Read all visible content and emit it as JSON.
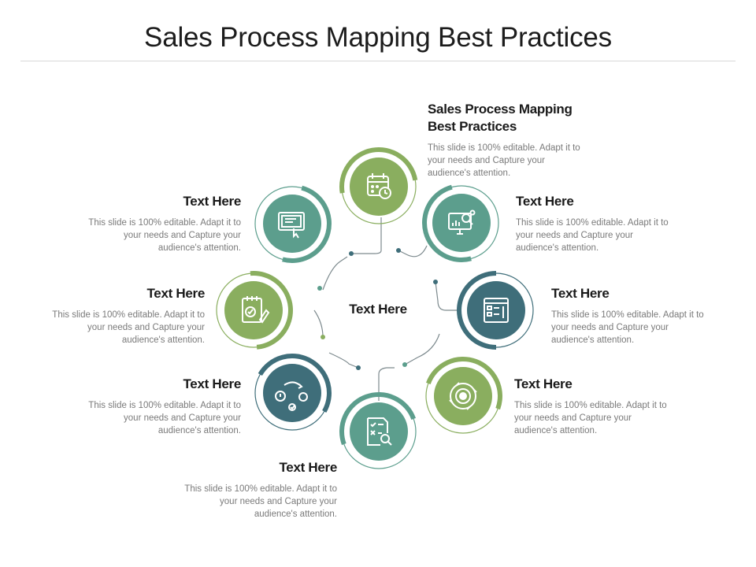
{
  "title": "Sales Process Mapping Best Practices",
  "center_label": "Text Here",
  "colors": {
    "green": "#8AAE5F",
    "teal": "#5C9E8D",
    "slate": "#3F6E7A",
    "connector": "#7d8a8e"
  },
  "nodes": [
    {
      "id": "top",
      "color": "green",
      "icon": "calendar-clock-icon",
      "heading": "Sales Process Mapping Best Practices",
      "body": "This slide is 100% editable. Adapt it to your needs and Capture your audience's attention."
    },
    {
      "id": "upper-right",
      "color": "teal",
      "icon": "monitor-analytics-icon",
      "heading": "Text Here",
      "body": "This slide is 100% editable. Adapt it to your needs and Capture your audience's attention."
    },
    {
      "id": "right",
      "color": "slate",
      "icon": "checklist-tools-icon",
      "heading": "Text Here",
      "body": "This slide is 100% editable. Adapt it to your needs and Capture your audience's attention."
    },
    {
      "id": "lower-right",
      "color": "green",
      "icon": "gear-cycle-icon",
      "heading": "Text Here",
      "body": "This slide is 100% editable. Adapt it to your needs and Capture your audience's attention."
    },
    {
      "id": "bottom",
      "color": "teal",
      "icon": "document-search-icon",
      "heading": "Text Here",
      "body": "This slide is 100% editable. Adapt it to your needs and Capture your audience's attention."
    },
    {
      "id": "lower-left",
      "color": "slate",
      "icon": "idea-process-icon",
      "heading": "Text Here",
      "body": "This slide is 100% editable. Adapt it to your needs and Capture your audience's attention."
    },
    {
      "id": "left",
      "color": "green",
      "icon": "clipboard-edit-icon",
      "heading": "Text Here",
      "body": "This slide is 100% editable. Adapt it to your needs and Capture your audience's attention."
    },
    {
      "id": "upper-left",
      "color": "teal",
      "icon": "presentation-board-icon",
      "heading": "Text Here",
      "body": "This slide is 100% editable. Adapt it to your needs and Capture your audience's attention."
    }
  ]
}
